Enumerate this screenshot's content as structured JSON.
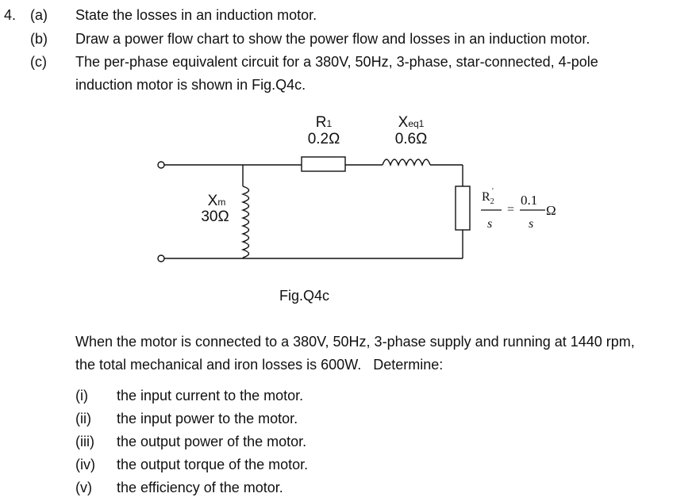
{
  "question": {
    "number": "4.",
    "parts": [
      {
        "label": "(a)",
        "lines": [
          "State the losses in an induction motor."
        ]
      },
      {
        "label": "(b)",
        "lines": [
          "Draw a power flow chart to show the power flow and losses in an induction motor."
        ]
      },
      {
        "label": "(c)",
        "lines": [
          "The per-phase equivalent circuit for a 380V, 50Hz, 3-phase, star-connected, 4-pole",
          "induction motor is shown in Fig.Q4c."
        ]
      }
    ]
  },
  "figure": {
    "caption": "Fig.Q4c",
    "r1": {
      "symbol": "R",
      "sub": "1",
      "value": "0.2Ω"
    },
    "xeq": {
      "symbol": "X",
      "sub": "eq1",
      "value": "0.6Ω"
    },
    "xm": {
      "symbol": "X",
      "sub": "m",
      "value": "30Ω"
    },
    "load": {
      "num_symbol": "R",
      "num_sub": "2",
      "prime": "'",
      "den": "s",
      "equals": "=",
      "value_num": "0.1",
      "value_den": "s",
      "unit": "Ω"
    }
  },
  "body": {
    "lines": [
      "When the motor is connected to a 380V, 50Hz, 3-phase supply and running at 1440 rpm,",
      "the total mechanical and iron losses is 600W.   Determine:"
    ]
  },
  "items": [
    {
      "label": "(i)",
      "text": "the input current to the motor."
    },
    {
      "label": "(ii)",
      "text": "the input power to the motor."
    },
    {
      "label": "(iii)",
      "text": "the output power of the motor."
    },
    {
      "label": "(iv)",
      "text": "the output torque of the motor."
    },
    {
      "label": "(v)",
      "text": "the efficiency of the motor."
    }
  ]
}
